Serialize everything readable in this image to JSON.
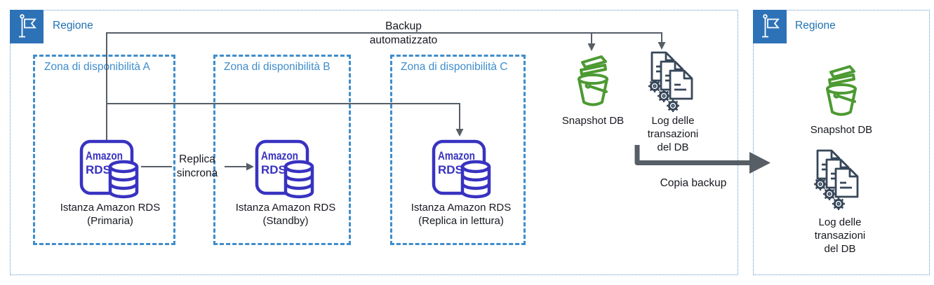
{
  "colors": {
    "region_border": "#5E97CC",
    "flag_bg": "#2D72B7",
    "region_label": "#1F72B4",
    "zone_blue": "#3F8DCB",
    "rds_indigo": "#3832C1",
    "connector_gray": "#575E66",
    "bucket_green": "#4D9A33",
    "logs_dark": "#37475A",
    "text": "#16191F"
  },
  "rds_icon": {
    "line1": "Amazon",
    "line2": "RDS"
  },
  "left_region": {
    "label": "Regione",
    "zones": [
      {
        "label": "Zona di disponibilità A",
        "caption": "Istanza Amazon RDS\n(Primaria)"
      },
      {
        "label": "Zona di disponibilità B",
        "caption": "Istanza Amazon RDS\n(Standby)"
      },
      {
        "label": "Zona di disponibilità C",
        "caption": "Istanza Amazon RDS\n(Replica in lettura)"
      }
    ],
    "snapshot_label": "Snapshot DB",
    "logs_label": "Log delle\ntransazioni\ndel DB"
  },
  "right_region": {
    "label": "Regione",
    "snapshot_label": "Snapshot DB",
    "logs_label": "Log delle\ntransazioni\ndel DB"
  },
  "connectors": {
    "automated_backup": "Backup\nautomatizzato",
    "sync_replication": "Replica\nsincrona",
    "backup_copy": "Copia backup"
  }
}
